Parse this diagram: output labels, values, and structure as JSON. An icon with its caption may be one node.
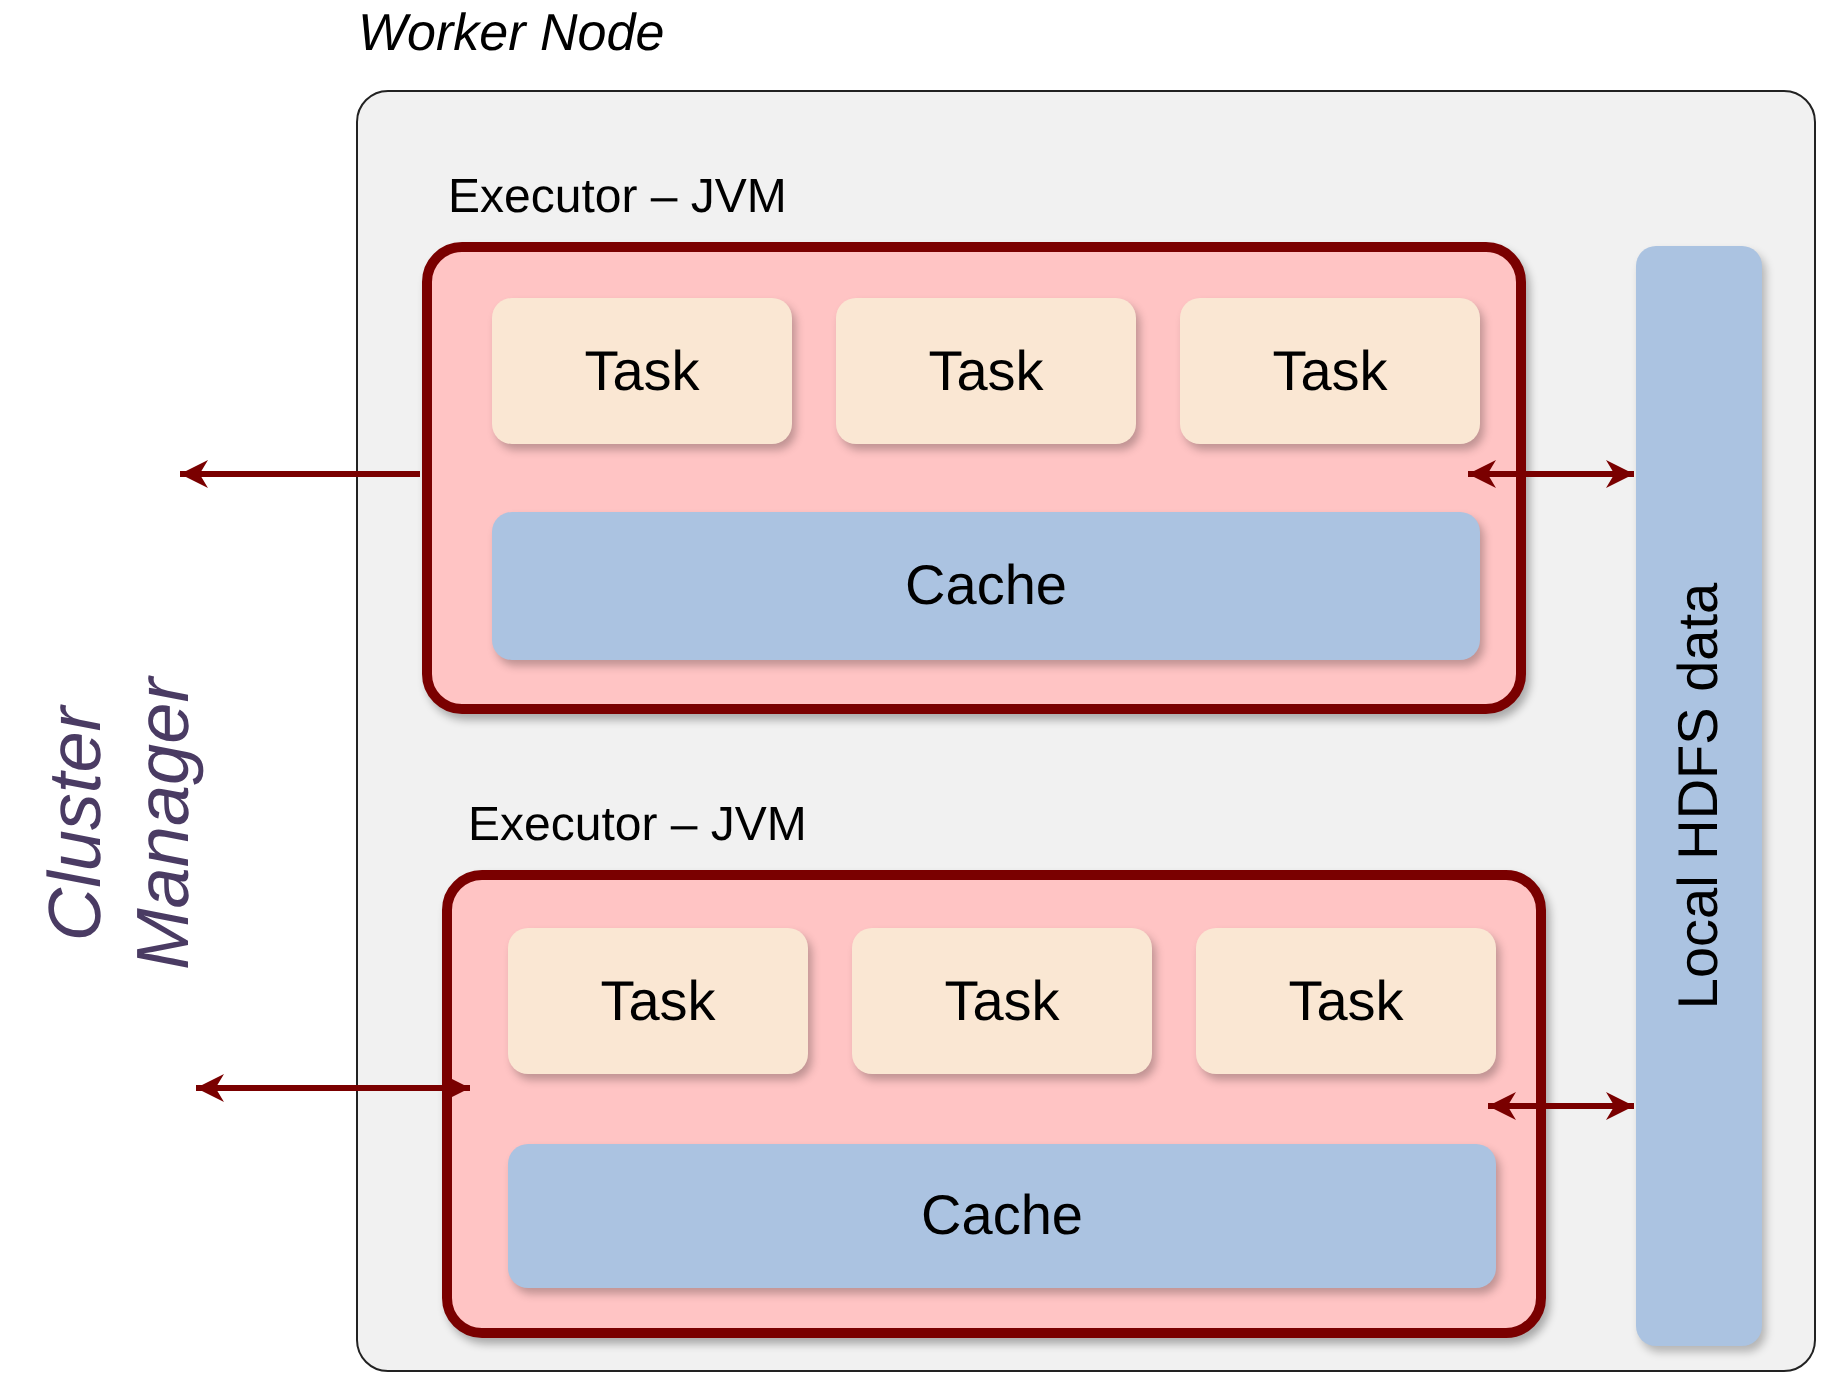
{
  "diagram": {
    "nodes": [
      {
        "text": [
          "Worker Node"
        ]
      },
      {
        "text": [
          "Executor – JVM"
        ],
        "in": 0
      },
      {
        "text": [
          "Task"
        ],
        "in": 1
      },
      {
        "text": [
          "Task"
        ],
        "in": 1
      },
      {
        "text": [
          "Task"
        ],
        "in": 1
      },
      {
        "text": [
          "Cache"
        ],
        "in": 1
      },
      {
        "text": [
          "Executor – JVM"
        ],
        "in": 0
      },
      {
        "text": [
          "Task"
        ],
        "in": 6
      },
      {
        "text": [
          "Task"
        ],
        "in": 6
      },
      {
        "text": [
          "Task"
        ],
        "in": 6
      },
      {
        "text": [
          "Cache"
        ],
        "in": 6
      },
      {
        "text": [
          "Local HDFS data"
        ],
        "in": 0
      }
    ],
    "edges": [
      {
        "from": 1,
        "to": null,
        "arrow": "to"
      },
      {
        "from": null,
        "to": 6,
        "arrow": "both"
      },
      {
        "from": 1,
        "to": 11,
        "arrow": "both"
      },
      {
        "from": 6,
        "to": 11,
        "arrow": "both"
      }
    ],
    "labels": [
      "Cluster Manager"
    ]
  }
}
